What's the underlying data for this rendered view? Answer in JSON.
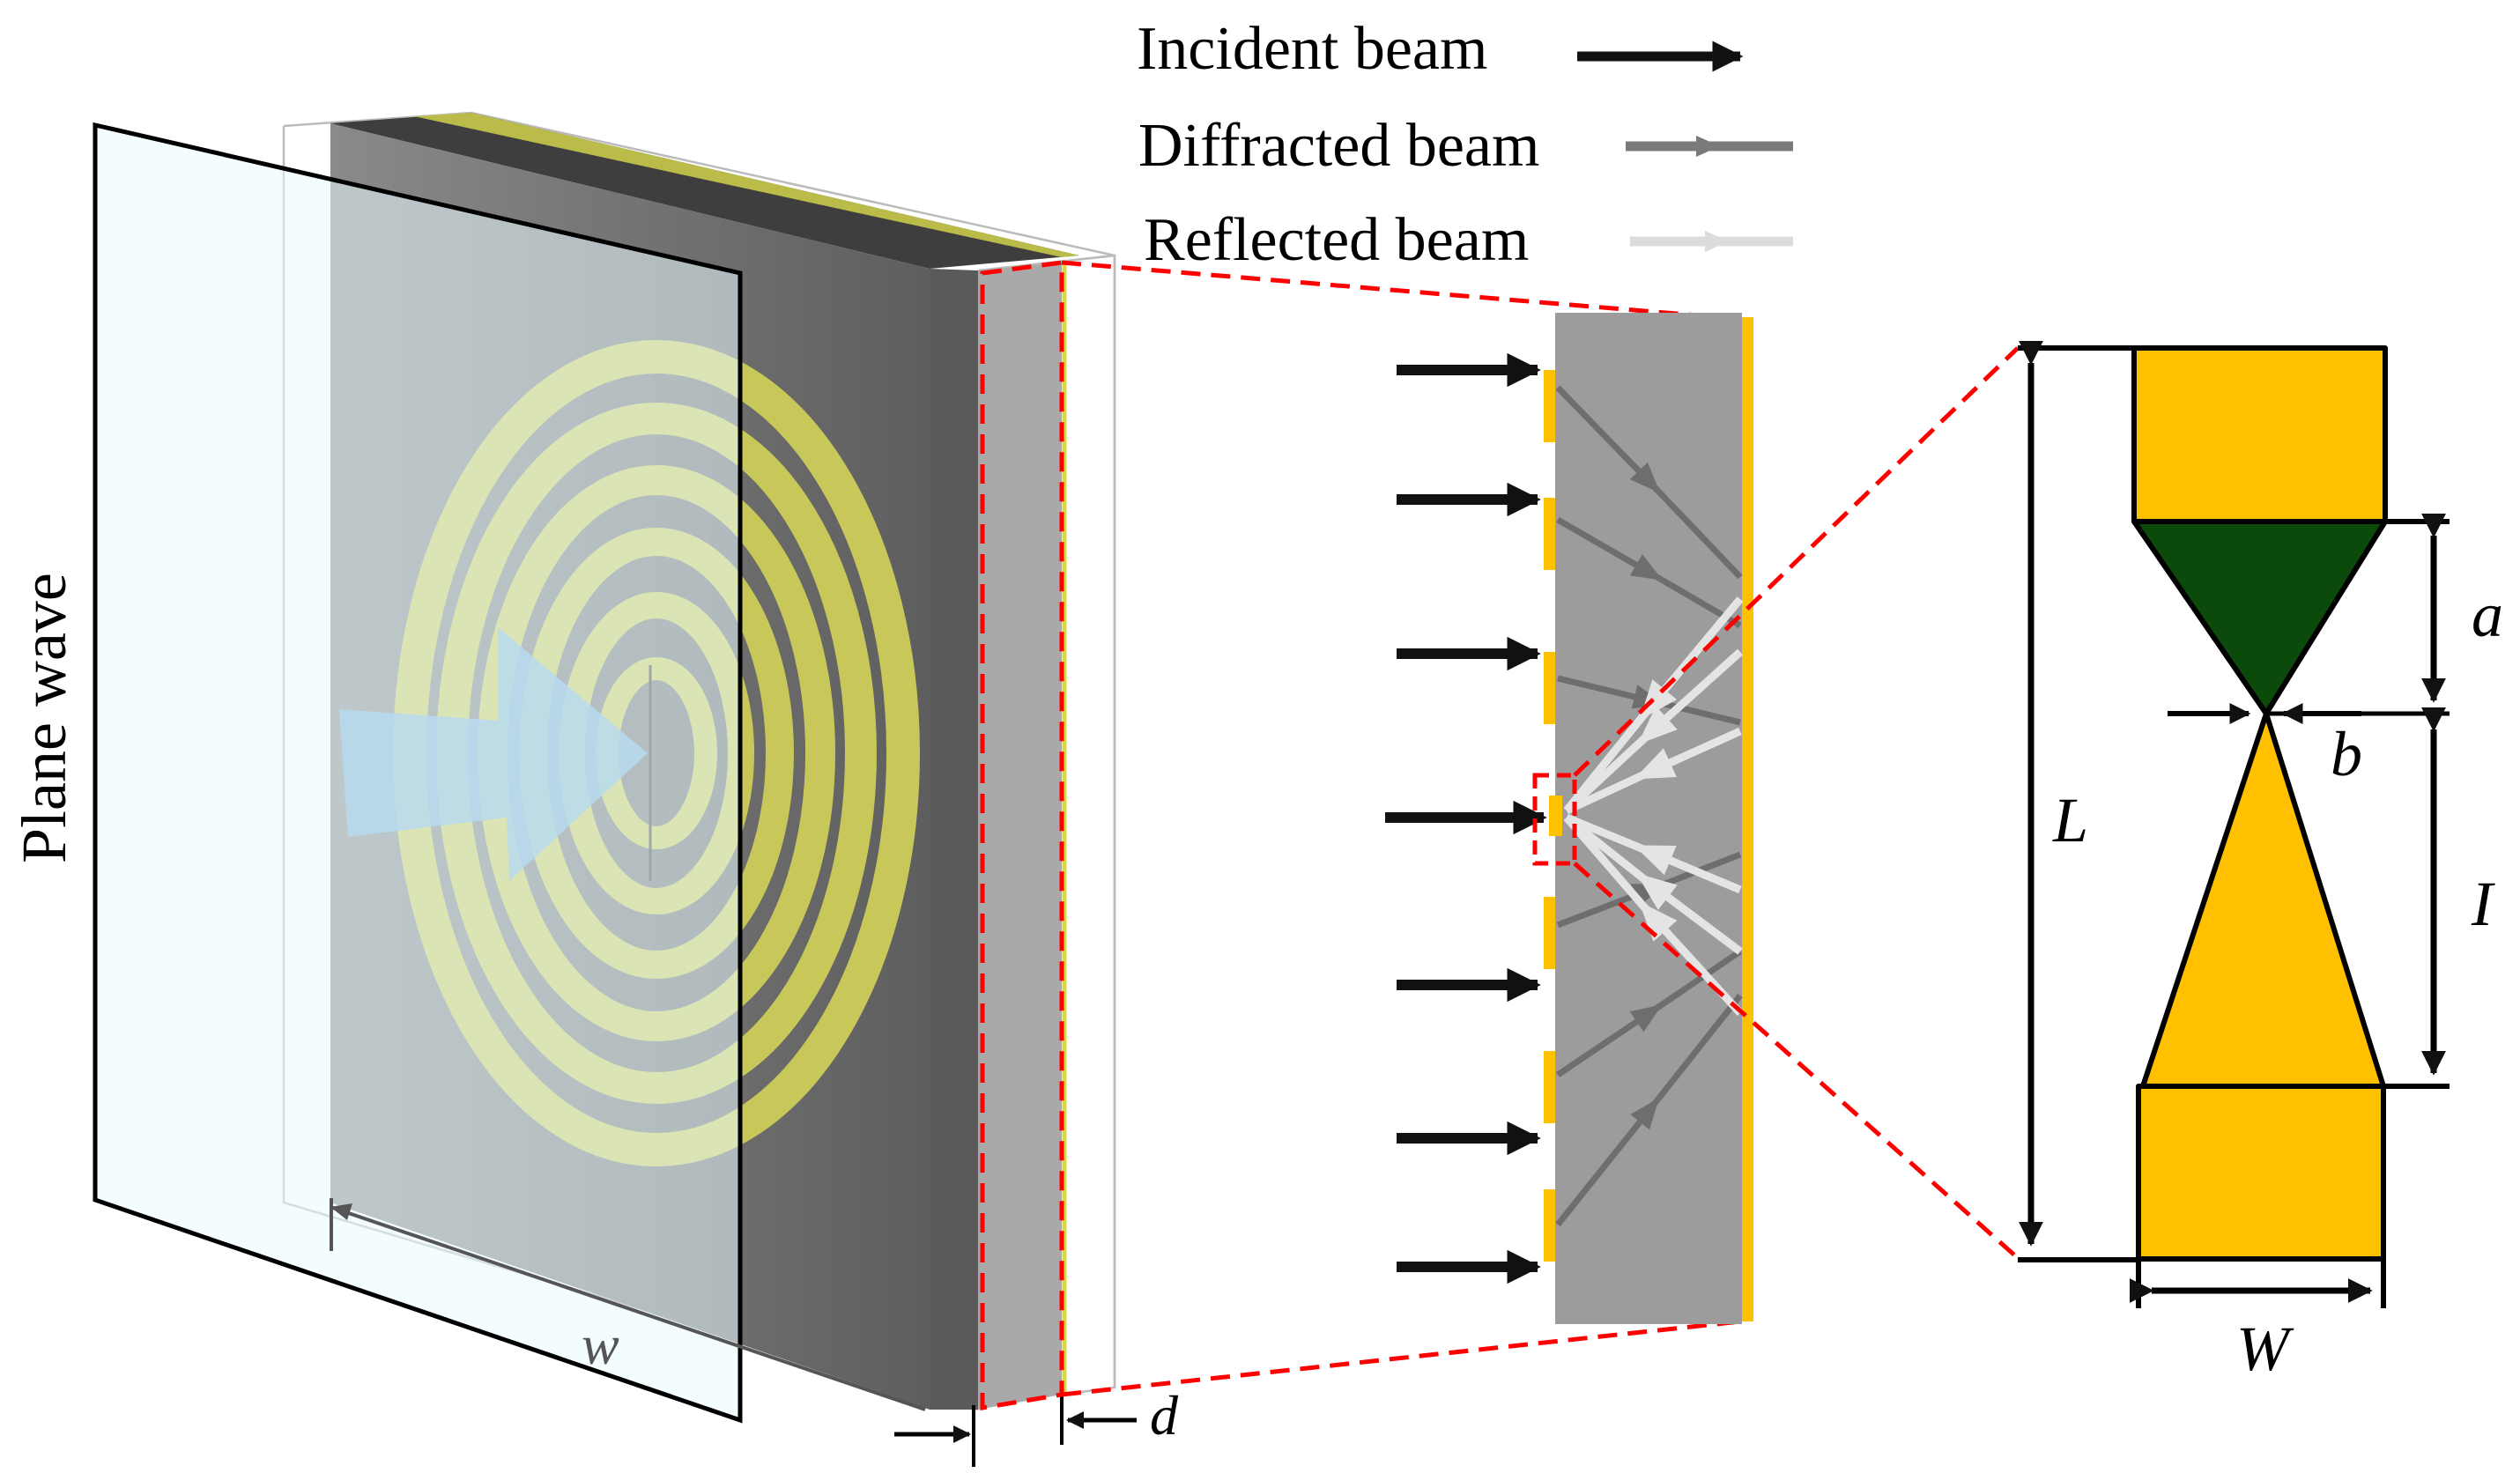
{
  "legend": {
    "incident_label": "Incident beam",
    "diffracted_label": "Diffracted beam",
    "reflected_label": "Reflected beam"
  },
  "labels": {
    "plane_wave": "Plane wave",
    "w": "w",
    "d": "d",
    "L": "L",
    "a": "a",
    "b": "b",
    "I": "I",
    "W": "W"
  },
  "colors": {
    "incident": "#111111",
    "diffracted": "#7a7a7a",
    "reflected": "#dcdcdc",
    "gold": "#ffc000",
    "dark_green": "#0b4a0b",
    "substrate_gray": "#9c9c9c",
    "zoom_red": "#ff0000",
    "plane_wave_fill": "#eafcff",
    "ring_yellow": "#c8c85a"
  }
}
